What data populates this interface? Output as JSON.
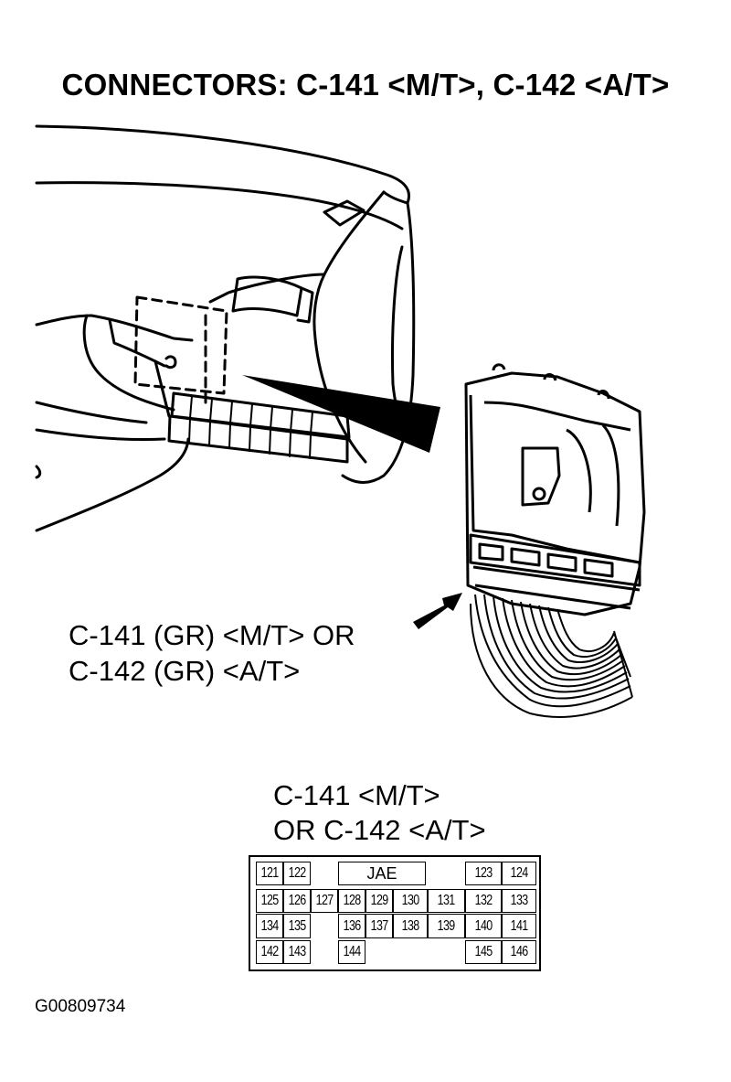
{
  "title": "CONNECTORS: C-141 <M/T>, C-142 <A/T>",
  "callout": {
    "line1": "C-141 (GR) <M/T> OR",
    "line2": "C-142 (GR) <A/T>"
  },
  "connector_face": {
    "label_line1": "C-141 <M/T>",
    "label_line2": "OR C-142 <A/T>",
    "manufacturer": "JAE",
    "pins": {
      "p121": "121",
      "p122": "122",
      "p123": "123",
      "p124": "124",
      "p125": "125",
      "p126": "126",
      "p127": "127",
      "p128": "128",
      "p129": "129",
      "p130": "130",
      "p131": "131",
      "p132": "132",
      "p133": "133",
      "p134": "134",
      "p135": "135",
      "p136": "136",
      "p137": "137",
      "p138": "138",
      "p139": "139",
      "p140": "140",
      "p141": "141",
      "p142": "142",
      "p143": "143",
      "p144": "144",
      "p145": "145",
      "p146": "146"
    }
  },
  "figure_id": "G00809734"
}
